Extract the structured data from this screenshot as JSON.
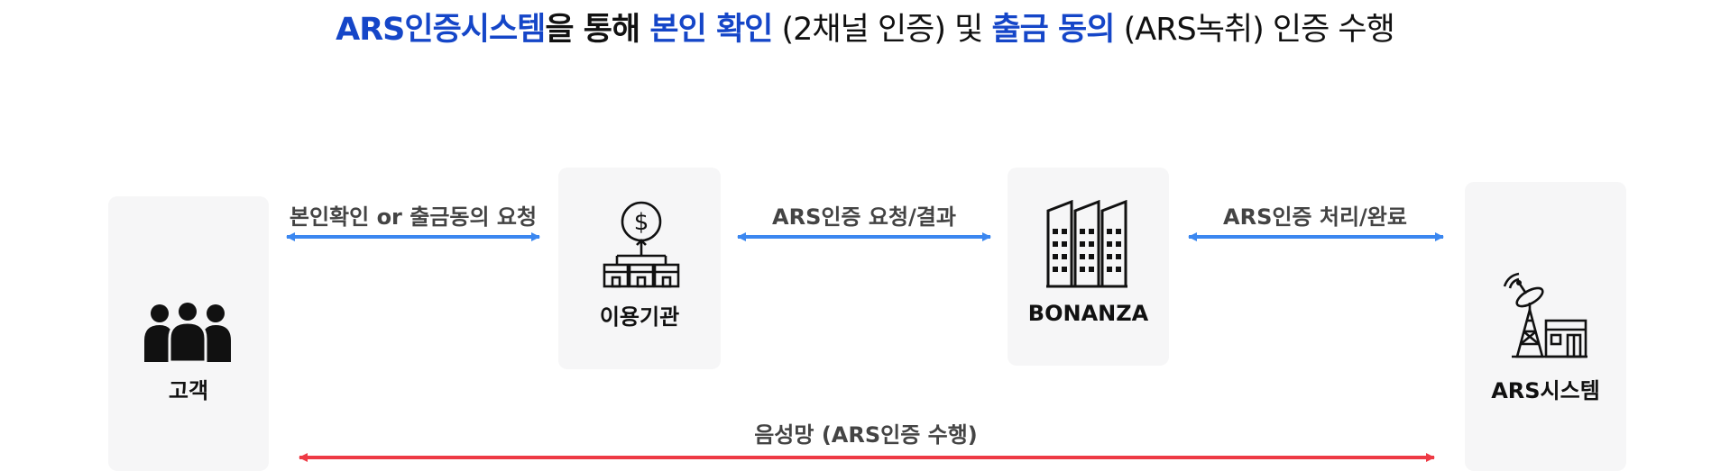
{
  "title": {
    "part1": "ARS인증시스템",
    "part2": "을 통해 ",
    "part3": "본인 확인",
    "part4": " (2채널 인증) 및 ",
    "part5": "출금 동의",
    "part6": " (ARS녹취) 인증 수행"
  },
  "nodes": {
    "customer": "고객",
    "institution": "이용기관",
    "bonanza": "BONANZA",
    "ars": "ARS시스템"
  },
  "arrows": {
    "customer_institution": "본인확인 or 출금동의 요청",
    "institution_bonanza": "ARS인증 요청/결과",
    "bonanza_ars": "ARS인증 처리/완료",
    "voice_network": "음성망 (ARS인증 수행)"
  },
  "colors": {
    "highlight": "#1546c8",
    "arrow_blue": "#3b87f0",
    "arrow_red": "#ee3a45"
  },
  "icons": {
    "customer": "group-of-people-icon",
    "institution": "dollar-institution-icon",
    "bonanza": "office-buildings-icon",
    "ars": "satellite-station-icon"
  }
}
